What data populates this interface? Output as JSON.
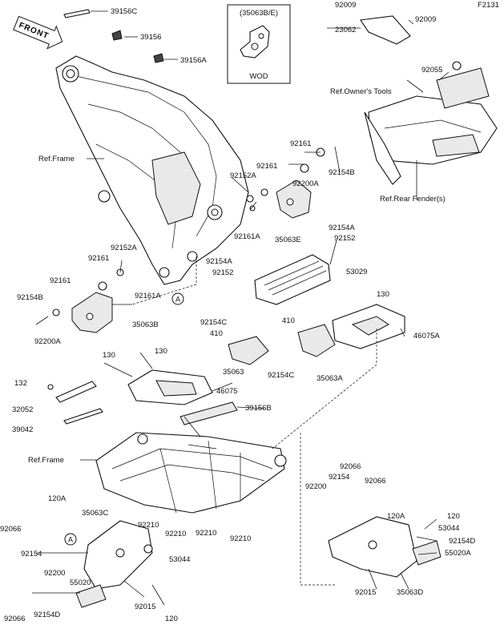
{
  "figure_id": "F2131",
  "front_arrow": "FRONT",
  "inset_caption": "(35063B/E)",
  "inset_note": "WOD",
  "circle_ref": "A",
  "labels": {
    "l39156C": "39156C",
    "l39156": "39156",
    "l39156A": "39156A",
    "ref_frame_top": "Ref.Frame",
    "l92152A_a": "92152A",
    "l92161_a": "92161",
    "l92161_b": "92161",
    "l92200A_a": "92200A",
    "l92154B_a": "92154B",
    "l92152A_b": "92152A",
    "l92161A_a": "92161A",
    "l35063E": "35063E",
    "l92154A_a": "92154A",
    "l92152_a": "92152",
    "l92154A_b": "92154A",
    "l92152_b": "92152",
    "l53029": "53029",
    "l130_a": "130",
    "l92152A_c": "92152A",
    "l92161_c": "92161",
    "l92161_d": "92161",
    "l92154B_b": "92154B",
    "l92161A_b": "92161A",
    "l35063B": "35063B",
    "l92200A_b": "92200A",
    "l92154C_a": "92154C",
    "l410_a": "410",
    "l410_b": "410",
    "l46075A": "46075A",
    "l130_b": "130",
    "l130_c": "130",
    "l35063": "35063",
    "l92154C_b": "92154C",
    "l35063A": "35063A",
    "l46075": "46075",
    "l132": "132",
    "l32052": "32052",
    "l39042": "39042",
    "l39156B": "39156B",
    "ref_frame_bottom": "Ref.Frame",
    "l120A_a": "120A",
    "l35063C": "35063C",
    "l92066_a": "92066",
    "l92210_a": "92210",
    "l92210_b": "92210",
    "l92210_c": "92210",
    "l92210_d": "92210",
    "l92154_a": "92154",
    "l53044_a": "53044",
    "l92200_a": "92200",
    "l55020": "55020",
    "l92015_a": "92015",
    "l120_a": "120",
    "l92066_b": "92066",
    "l92154D_a": "92154D",
    "l92066_c": "92066",
    "l92154_b": "92154",
    "l92066_d": "92066",
    "l92200_b": "92200",
    "l120A_b": "120A",
    "l120_b": "120",
    "l53044_b": "53044",
    "l92154D_b": "92154D",
    "l55020A": "55020A",
    "l92015_b": "92015",
    "l35063D": "35063D",
    "l92009_a": "92009",
    "l92009_b": "92009",
    "l23062": "23062",
    "l92055": "92055",
    "ref_owners_tools": "Ref.Owner's Tools",
    "ref_rear_fender": "Ref.Rear Fender(s)"
  }
}
